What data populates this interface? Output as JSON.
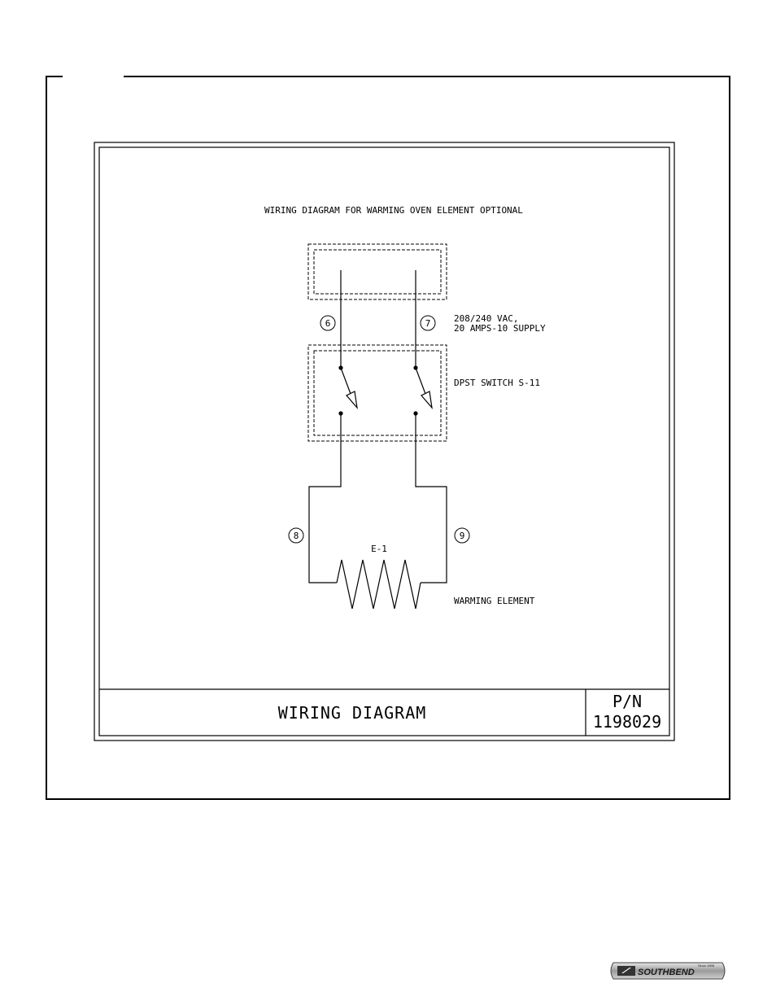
{
  "diagram": {
    "heading": "WIRING DIAGRAM FOR WARMING OVEN ELEMENT OPTIONAL",
    "supply_label_line1": "208/240 VAC,",
    "supply_label_line2": "20 AMPS-10 SUPPLY",
    "switch_label": "DPST SWITCH S-11",
    "element_id": "E-1",
    "element_label": "WARMING ELEMENT",
    "wire_numbers": [
      "6",
      "7",
      "8",
      "9"
    ]
  },
  "title_block": {
    "title": "WIRING DIAGRAM",
    "pn_label": "P/N",
    "pn_number": "1198029"
  },
  "footer": {
    "brand": "SOUTHBEND",
    "tagline": "Since 1898"
  }
}
